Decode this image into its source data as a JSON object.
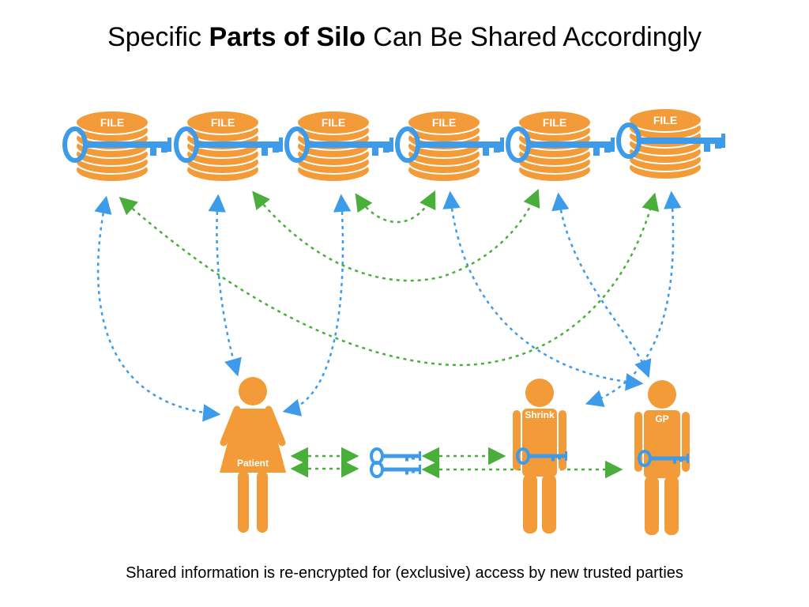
{
  "title": {
    "pre": "Specific ",
    "bold": "Parts of Silo",
    "post": " Can Be Shared Accordingly"
  },
  "caption": "Shared information is re-encrypted for (exclusive) access by new trusted parties",
  "files": [
    "FILE",
    "FILE",
    "FILE",
    "FILE",
    "FILE",
    "FILE"
  ],
  "people": {
    "patient": "Patient",
    "shrink": "Shrink",
    "gp": "GP"
  },
  "colors": {
    "orange": "#F29B38",
    "blue": "#3D9BEA",
    "green": "#4AAF3A"
  }
}
